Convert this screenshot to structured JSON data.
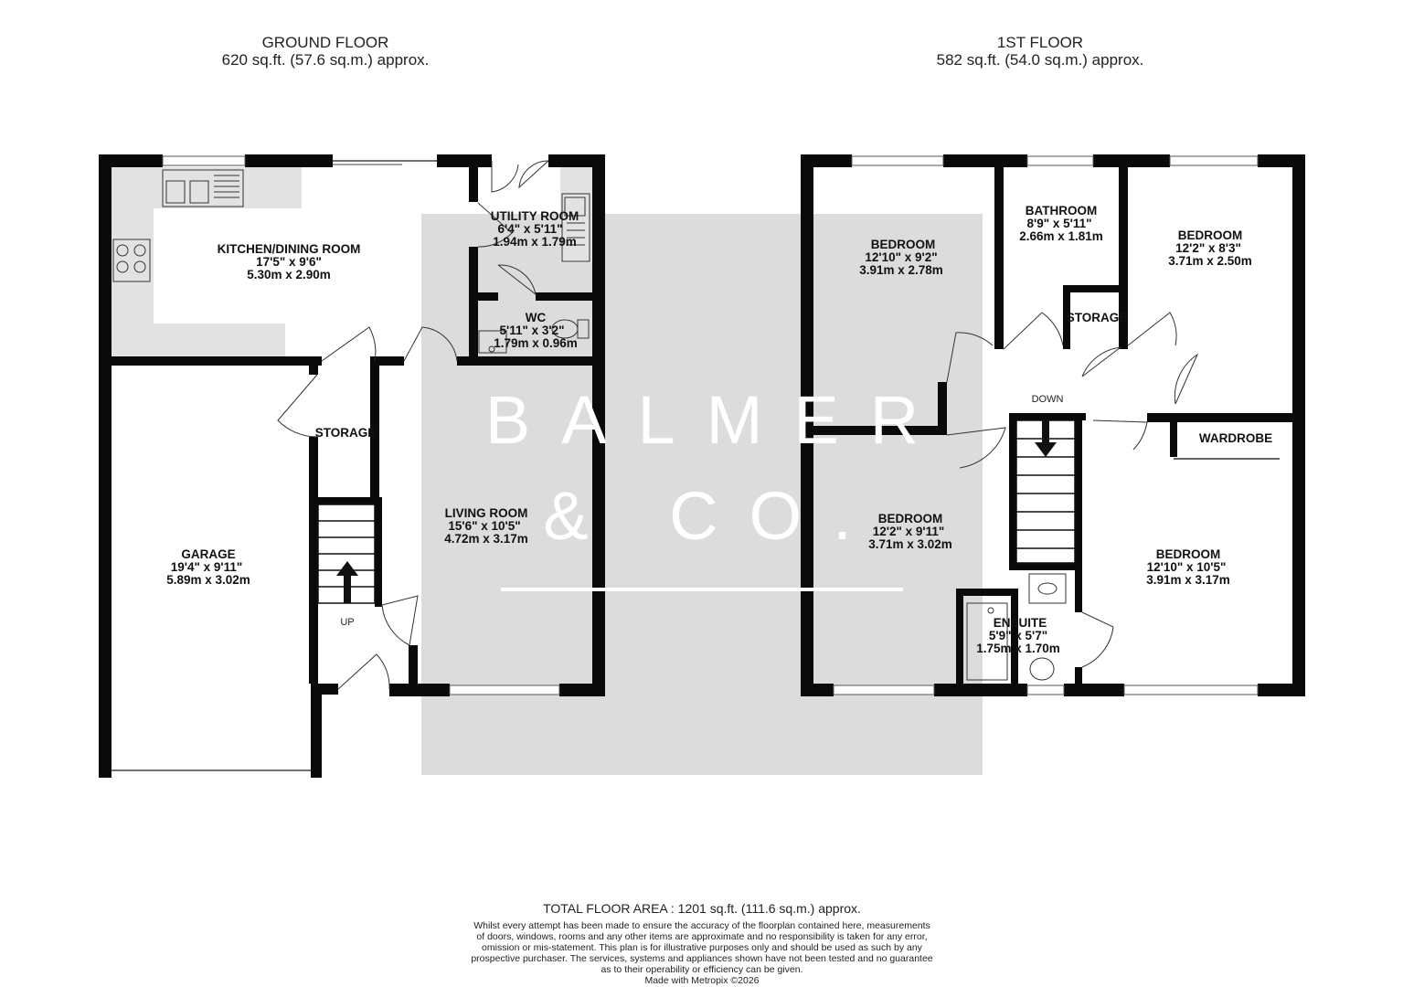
{
  "ground_floor": {
    "title": "GROUND FLOOR",
    "area": "620 sq.ft. (57.6 sq.m.) approx.",
    "rooms": {
      "kitchen": {
        "name": "KITCHEN/DINING ROOM",
        "imperial": "17'5\" x 9'6\"",
        "metric": "5.30m x 2.90m"
      },
      "utility": {
        "name": "UTILITY ROOM",
        "imperial": "6'4\" x 5'11\"",
        "metric": "1.94m x 1.79m"
      },
      "wc": {
        "name": "WC",
        "imperial": "5'11\" x 3'2\"",
        "metric": "1.79m x 0.96m"
      },
      "garage": {
        "name": "GARAGE",
        "imperial": "19'4\" x 9'11\"",
        "metric": "5.89m x 3.02m"
      },
      "storage": {
        "name": "STORAGE"
      },
      "living": {
        "name": "LIVING ROOM",
        "imperial": "15'6\" x 10'5\"",
        "metric": "4.72m x 3.17m"
      }
    },
    "stairs_label": "UP"
  },
  "first_floor": {
    "title": "1ST FLOOR",
    "area": "582 sq.ft. (54.0 sq.m.) approx.",
    "rooms": {
      "bedroom_nw": {
        "name": "BEDROOM",
        "imperial": "12'10\" x 9'2\"",
        "metric": "3.91m x 2.78m"
      },
      "bathroom": {
        "name": "BATHROOM",
        "imperial": "8'9\" x 5'11\"",
        "metric": "2.66m x 1.81m"
      },
      "bedroom_ne": {
        "name": "BEDROOM",
        "imperial": "12'2\" x 8'3\"",
        "metric": "3.71m x 2.50m"
      },
      "storage": {
        "name": "STORAGE"
      },
      "wardrobe": {
        "name": "WARDROBE"
      },
      "bedroom_sw": {
        "name": "BEDROOM",
        "imperial": "12'2\" x 9'11\"",
        "metric": "3.71m x 3.02m"
      },
      "bedroom_se": {
        "name": "BEDROOM",
        "imperial": "12'10\" x 10'5\"",
        "metric": "3.91m x 3.17m"
      },
      "ensuite": {
        "name": "ENSUITE",
        "imperial": "5'9\" x 5'7\"",
        "metric": "1.75m x 1.70m"
      }
    },
    "stairs_label": "DOWN"
  },
  "watermark": {
    "line1": "BALMER",
    "line2": "& CO."
  },
  "footer": {
    "total": "TOTAL FLOOR AREA : 1201 sq.ft. (111.6 sq.m.) approx.",
    "disclaimer_lines": [
      "Whilst every attempt has been made to ensure the accuracy of the floorplan contained here, measurements",
      "of doors, windows, rooms and any other items are approximate and no responsibility is taken for any error,",
      "omission or mis-statement. This plan is for illustrative purposes only and should be used as such by any",
      "prospective purchaser. The services, systems and appliances shown have not been tested and no guarantee",
      "as to their operability or efficiency can be given."
    ],
    "credit": "Made with Metropix ©2026"
  },
  "colors": {
    "wall": "#0a0a0a",
    "kitchen_counter": "#e0e0e0",
    "watermark_block": "#dcdcdc"
  }
}
